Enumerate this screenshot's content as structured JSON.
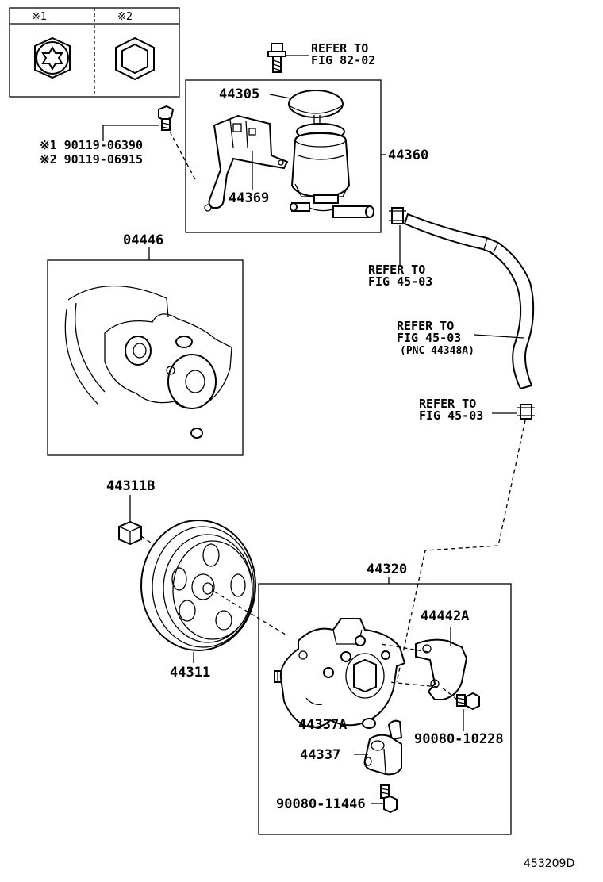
{
  "legend": {
    "key1": "※1",
    "key2": "※2"
  },
  "labels": {
    "refer_82_02_line1": "REFER TO",
    "refer_82_02_line2": "FIG 82-02",
    "p44305": "44305",
    "p44360": "44360",
    "p44369": "44369",
    "bolt_1": "※1 90119-06390",
    "bolt_2": "※2 90119-06915",
    "p04446": "04446",
    "refer_45_03_a_line1": "REFER TO",
    "refer_45_03_a_line2": "FIG 45-03",
    "refer_45_03_b_line1": "REFER TO",
    "refer_45_03_b_line2": "FIG 45-03",
    "refer_45_03_b_line3": "(PNC 44348A)",
    "refer_45_03_c_line1": "REFER TO",
    "refer_45_03_c_line2": "FIG 45-03",
    "p44311B": "44311B",
    "p44311": "44311",
    "p44320": "44320",
    "p44442A": "44442A",
    "p44337A": "44337A",
    "p90080_10228": "90080-10228",
    "p44337": "44337",
    "p90080_11446": "90080-11446",
    "catalog_number": "453209D"
  }
}
